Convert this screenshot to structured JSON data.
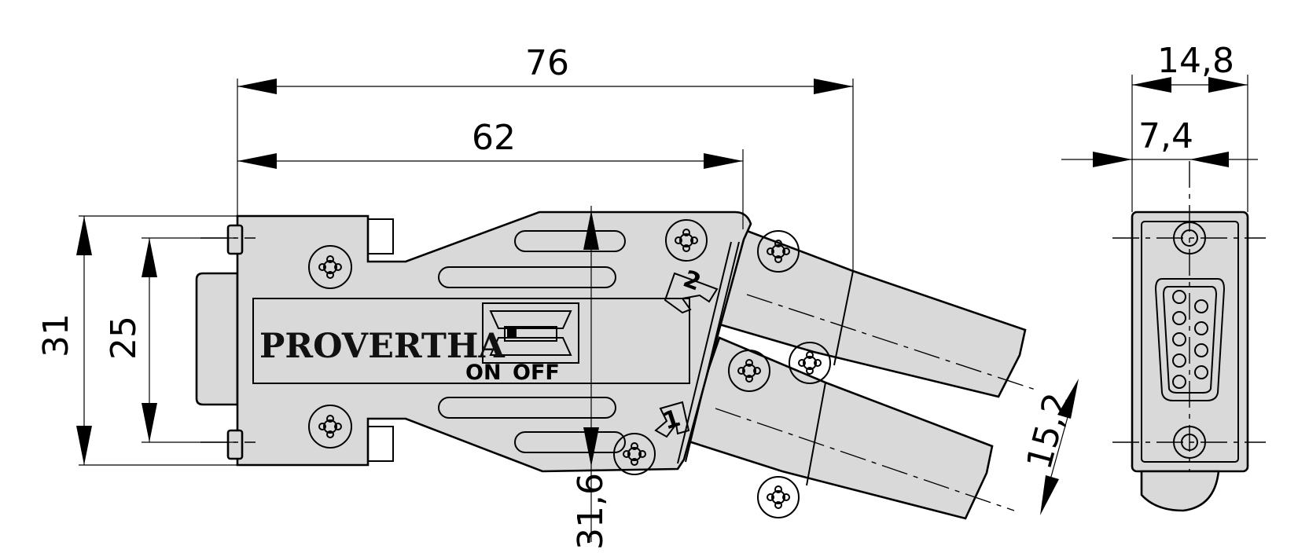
{
  "dimensions": {
    "overall_length": "76",
    "body_length": "62",
    "height_outer": "31",
    "height_inner": "25",
    "vertical_offset": "31,6",
    "cable_spacing": "15,2",
    "side_width": "14,8",
    "side_half_width": "7,4"
  },
  "labels": {
    "brand": "PROVERTHA",
    "switch_on": "ON",
    "switch_off": "OFF",
    "port_1": "1",
    "port_2": "2"
  },
  "colors": {
    "body_fill": "#d9d9d9",
    "line": "#000000",
    "background": "#ffffff"
  }
}
